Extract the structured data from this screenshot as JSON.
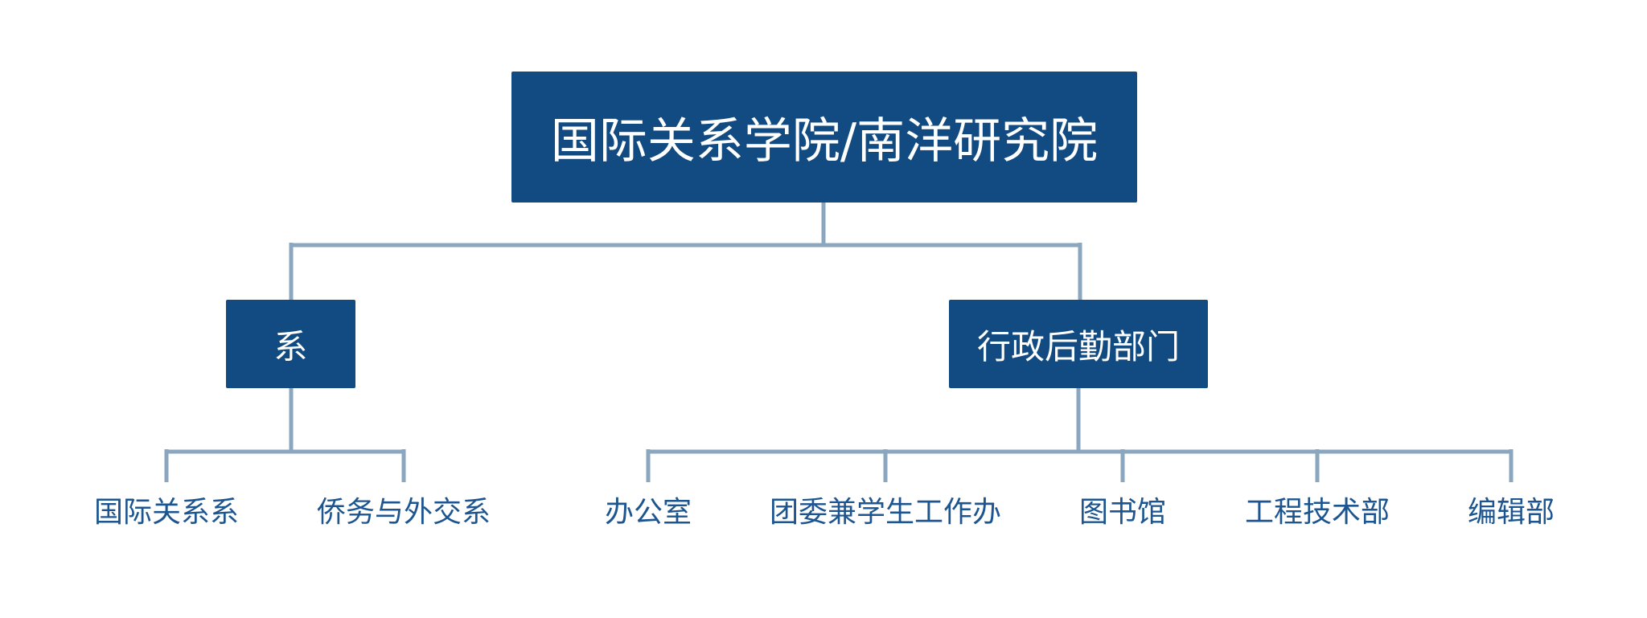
{
  "root": {
    "label": "国际关系学院/南洋研究院"
  },
  "level2": {
    "departments_label": "系",
    "admin_label": "行政后勤部门"
  },
  "departments": {
    "items": [
      "国际关系系",
      "侨务与外交系"
    ]
  },
  "admin": {
    "items": [
      "办公室",
      "团委兼学生工作办",
      "图书馆",
      "工程技术部",
      "编辑部"
    ]
  },
  "colors": {
    "box_fill": "#124b82",
    "box_text": "#ffffff",
    "connector": "#8aa7bf",
    "leaf_text": "#1c5590"
  }
}
